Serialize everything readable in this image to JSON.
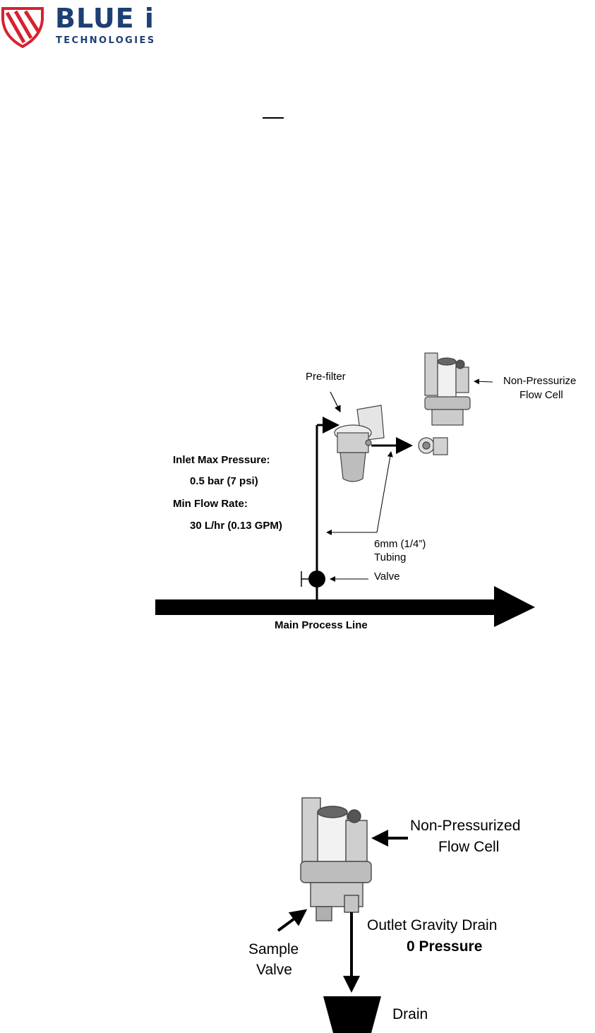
{
  "logo": {
    "brand": "BLUE i",
    "sub": "TECHNOLOGIES",
    "colors": {
      "blue": "#1d3f73",
      "red": "#d7212f"
    }
  },
  "diagram1": {
    "prefilter": "Pre-filter",
    "flowcell": [
      "Non-Pressurize",
      "Flow Cell"
    ],
    "inlet_label": "Inlet Max Pressure:",
    "inlet_value": "0.5 bar (7 psi)",
    "flow_label": "Min Flow Rate:",
    "flow_value": "30 L/hr (0.13 GPM)",
    "tubing": [
      "6mm (1/4”)",
      "Tubing"
    ],
    "valve": "Valve",
    "main_line": "Main Process Line"
  },
  "diagram2": {
    "flowcell": [
      "Non-Pressurized",
      "Flow Cell"
    ],
    "outlet": "Outlet Gravity Drain",
    "pressure": "0 Pressure",
    "sample": [
      "Sample",
      "Valve"
    ],
    "drain": "Drain"
  }
}
